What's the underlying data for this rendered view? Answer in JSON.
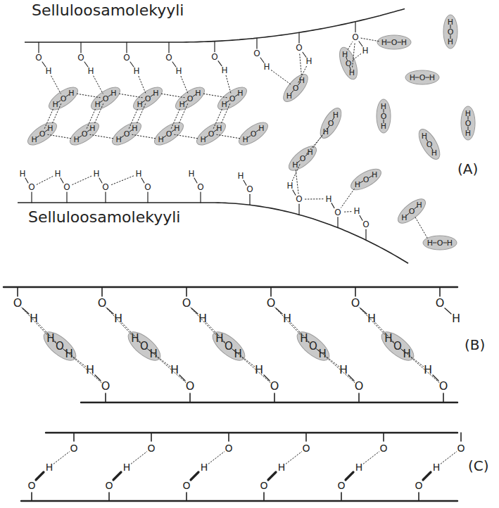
{
  "diagram": {
    "labels": [
      "Selluloosamolekyyli",
      "Selluloosamolekyyli",
      "(A)",
      "(B)",
      "(C)",
      "O",
      "H",
      "O",
      "H",
      "O",
      "H",
      "O",
      "H",
      "O",
      "H",
      "O",
      "H",
      "O",
      "H",
      "O",
      "H",
      "O",
      "H",
      "O",
      "H",
      "O",
      "H",
      "O",
      "H",
      "O",
      "H",
      "O",
      "H",
      "O",
      "H",
      "O",
      "H",
      "O",
      "H",
      "H",
      "O",
      "H",
      "H",
      "O",
      "H",
      "H",
      "O",
      "H",
      "H",
      "O",
      "H",
      "H",
      "O",
      "H",
      "H",
      "O",
      "H",
      "H",
      "O",
      "H",
      "H",
      "O",
      "H",
      "H",
      "O",
      "H",
      "H",
      "O",
      "H",
      "H",
      "O",
      "H",
      "H",
      "O",
      "H",
      "H",
      "O",
      "H",
      "H",
      "O",
      "H",
      "H",
      "O",
      "H",
      "H",
      "O",
      "H",
      "H",
      "O",
      "H",
      "H",
      "O",
      "H",
      "H",
      "O",
      "H",
      "H",
      "O",
      "H",
      "H",
      "O",
      "H",
      "H",
      "O",
      "H",
      "H",
      "O",
      "H",
      "H",
      "O",
      "H",
      "O",
      "H",
      "O",
      "H",
      "O",
      "H",
      "O",
      "H",
      "O",
      "H",
      "O",
      "H",
      "H",
      "O",
      "H",
      "H",
      "O",
      "H",
      "H",
      "O",
      "H",
      "H",
      "O",
      "H",
      "H",
      "O",
      "H",
      "O",
      "H",
      "O",
      "H",
      "O",
      "H",
      "O",
      "H",
      "O",
      "H",
      "O",
      "O",
      "O",
      "O",
      "O",
      "O",
      "O",
      "H",
      "O",
      "H",
      "O",
      "H",
      "O",
      "H",
      "O",
      "H",
      "O",
      "H"
    ]
  }
}
